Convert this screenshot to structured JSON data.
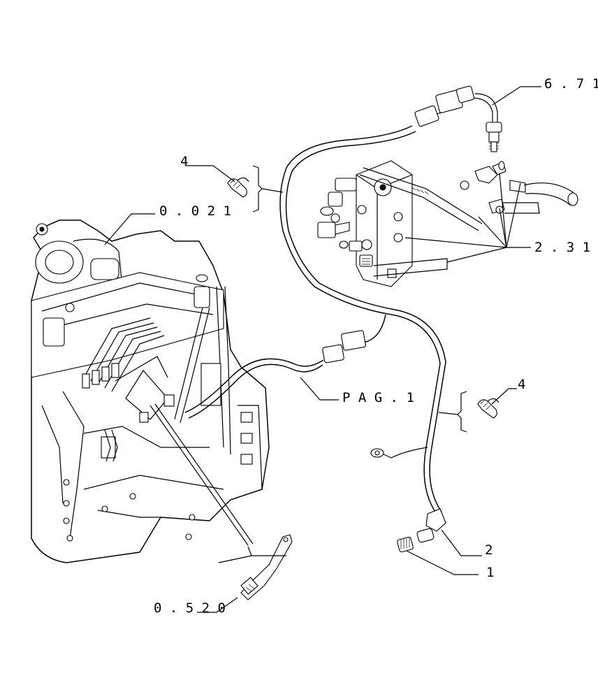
{
  "callouts": {
    "ref_671": "6 . 7 1",
    "ref_0021": "0 . 0 2 1",
    "ref_4_top": "4",
    "ref_231": "2 . 3 1",
    "ref_pag1": "P A G . 1",
    "ref_4_right": "4",
    "ref_2": "2",
    "ref_1": "1",
    "ref_0520": "0 . 5 2 0"
  }
}
